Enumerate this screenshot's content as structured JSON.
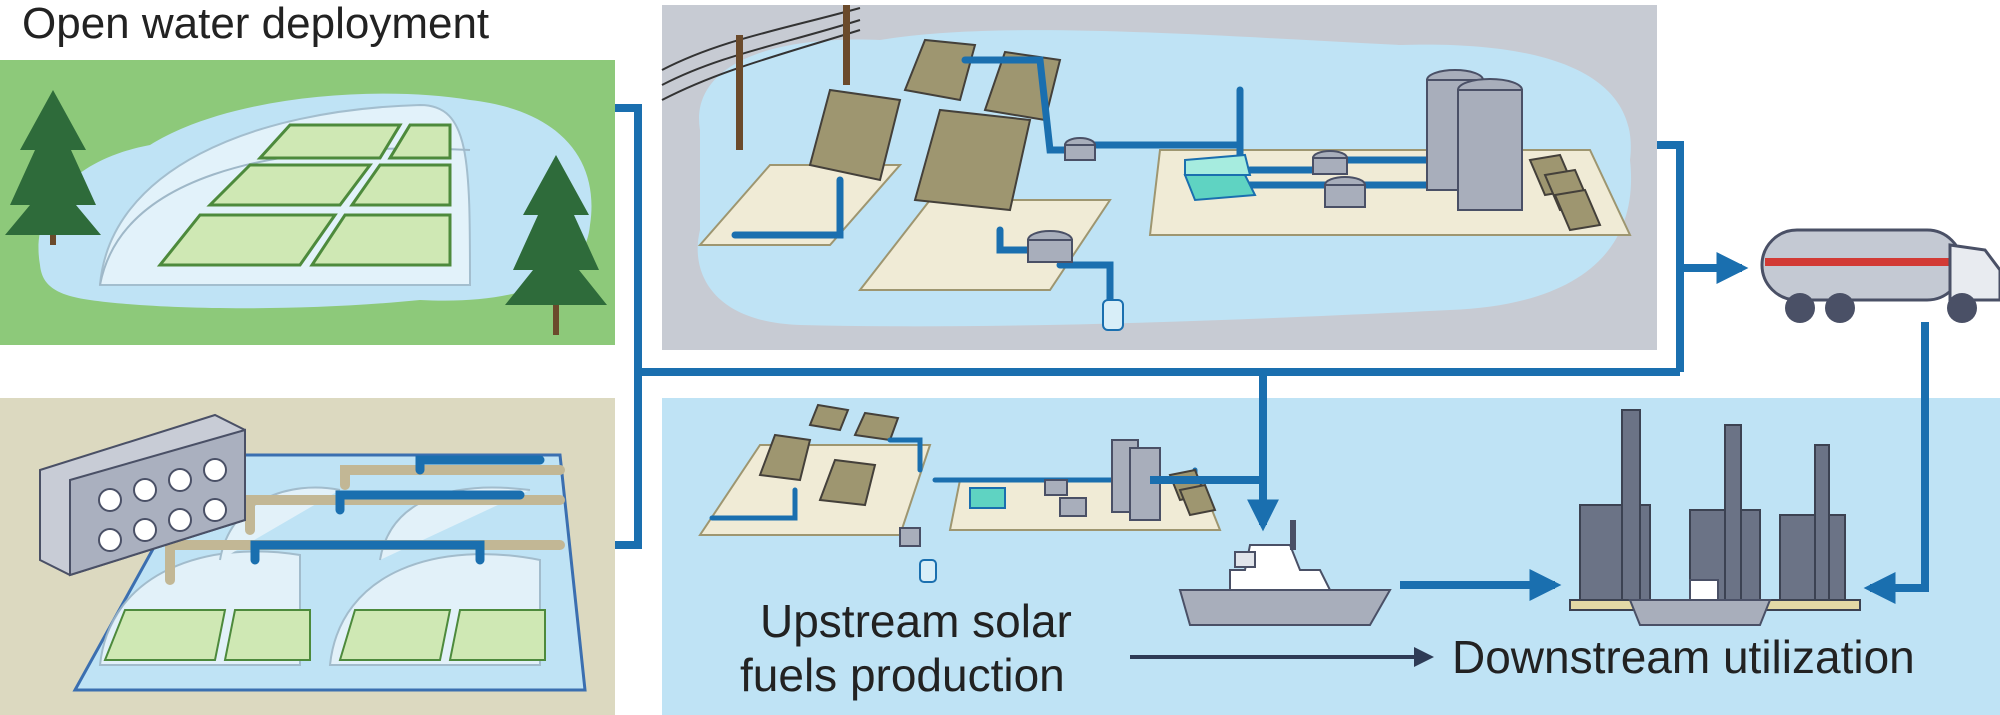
{
  "labels": {
    "open_water": "Open water deployment",
    "upstream_line1": "Upstream solar",
    "upstream_line2": "fuels production",
    "downstream": "Downstream utilization"
  },
  "colors": {
    "pipe_blue": "#1a6faf",
    "water_blue": "#bfe3f5",
    "forest_green": "#8dc97a",
    "panel_khaki": "#9e9670",
    "upper_panel_bg": "#c7cbd3",
    "lower_panel_bg": "#dcd9c0",
    "arrow_dark": "#2e3b55",
    "tree_green": "#2e6b3a"
  }
}
